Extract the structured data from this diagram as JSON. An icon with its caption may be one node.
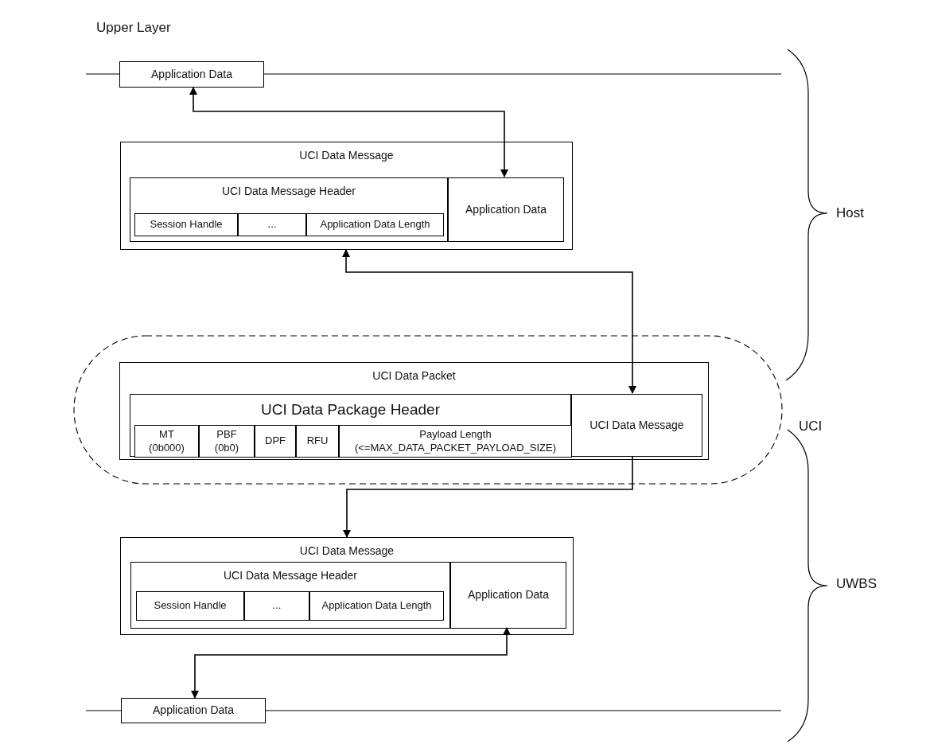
{
  "diagram": {
    "nodes": [
      {
        "text": [
          "Application Data"
        ]
      },
      {
        "text": [
          "UCI Data Message"
        ]
      },
      {
        "text": [
          "UCI Data Message Header"
        ],
        "in": 1
      },
      {
        "text": [
          "Session Handle"
        ],
        "in": 2
      },
      {
        "text": [
          "..."
        ],
        "in": 2
      },
      {
        "text": [
          "Application Data Length"
        ],
        "in": 2
      },
      {
        "text": [
          "Application Data"
        ],
        "in": 1
      },
      {
        "text": [
          "UCI Data Packet"
        ]
      },
      {
        "text": [
          "UCI Data Package Header"
        ],
        "in": 7
      },
      {
        "text": [
          "MT (0b000)"
        ],
        "in": 8
      },
      {
        "text": [
          "PBF (0b0)"
        ],
        "in": 8
      },
      {
        "text": [
          "DPF"
        ],
        "in": 8
      },
      {
        "text": [
          "RFU"
        ],
        "in": 8
      },
      {
        "text": [
          "Payload Length (<=MAX_DATA_PACKET_PAYLOAD_SIZE)"
        ],
        "in": 8
      },
      {
        "text": [
          "UCI Data Message"
        ],
        "in": 7
      },
      {
        "text": [
          "UCI Data Message"
        ]
      },
      {
        "text": [
          "UCI Data Message Header"
        ],
        "in": 15
      },
      {
        "text": [
          "Session Handle"
        ],
        "in": 16
      },
      {
        "text": [
          "..."
        ],
        "in": 16
      },
      {
        "text": [
          "Application Data Length"
        ],
        "in": 16
      },
      {
        "text": [
          "Application Data"
        ],
        "in": 15
      },
      {
        "text": [
          "Application Data"
        ]
      }
    ],
    "edges": [
      {
        "from": 6,
        "to": 0,
        "arrow": "both"
      },
      {
        "from": 14,
        "to": 1,
        "arrow": "both"
      },
      {
        "from": 14,
        "to": 15,
        "arrow": "to"
      },
      {
        "from": 20,
        "to": 21,
        "arrow": "both"
      }
    ],
    "labels": [
      "Upper Layer",
      "Host",
      "UCI",
      "UWBS"
    ]
  }
}
